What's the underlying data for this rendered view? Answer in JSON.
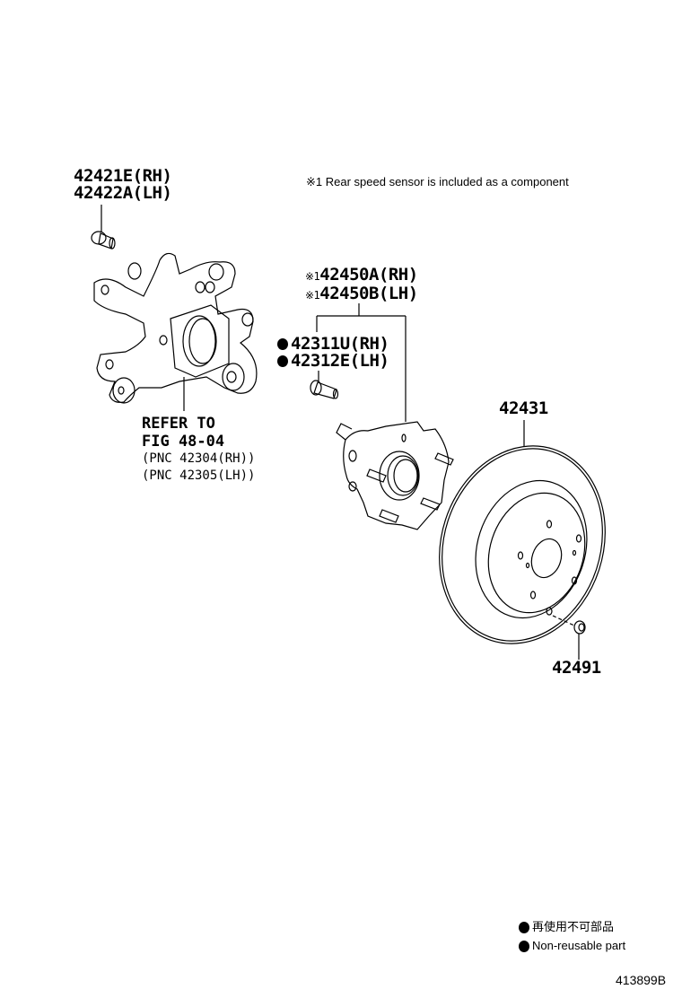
{
  "diagram": {
    "note": {
      "mark": "※1",
      "text": "Rear speed sensor is included as a component"
    },
    "parts": [
      {
        "id": "knuckle-bolt",
        "numbers": [
          "42421E(RH)",
          "42422A(LH)"
        ]
      },
      {
        "id": "hub-bearing",
        "mark": "※1",
        "numbers": [
          "42450A(RH)",
          "42450B(LH)"
        ]
      },
      {
        "id": "hub-bolt",
        "non_reusable": true,
        "numbers": [
          "42311U(RH)",
          "42312E(LH)"
        ]
      },
      {
        "id": "brake-disc",
        "numbers": [
          "42431"
        ]
      },
      {
        "id": "disc-plug",
        "numbers": [
          "42491"
        ]
      }
    ],
    "reference": {
      "line1": "REFER TO",
      "line2": "FIG 48-04",
      "line3": "(PNC 42304(RH))",
      "line4": "(PNC 42305(LH))"
    },
    "legend": {
      "items": [
        {
          "symbol": "filled-circle",
          "label": "再使用不可部品"
        },
        {
          "symbol": "filled-circle",
          "label": "Non-reusable part"
        }
      ]
    },
    "figure_id": "413899B",
    "colors": {
      "line": "#000000",
      "background": "#ffffff"
    }
  }
}
